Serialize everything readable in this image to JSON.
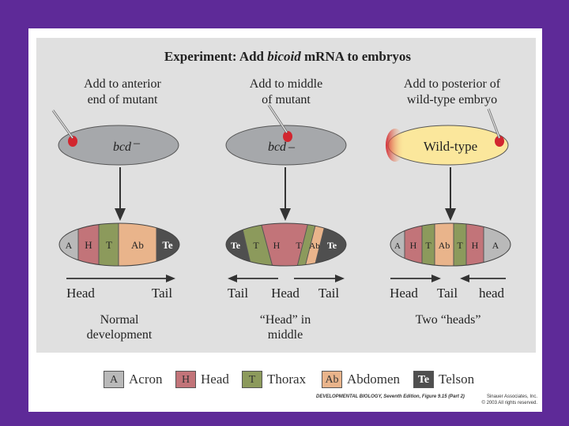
{
  "title_prefix": "Experiment: Add ",
  "title_italic": "bicoid",
  "title_suffix": " mRNA to embryos",
  "columns": [
    {
      "instruction_line1": "Add to anterior",
      "instruction_line2": "end of mutant",
      "embryo_label": "bcd",
      "embryo_label_suffix": "–",
      "segments": [
        "A",
        "H",
        "T",
        "Ab",
        "Te"
      ],
      "axis_left": "Head",
      "axis_right": "Tail",
      "result_line1": "Normal",
      "result_line2": "development"
    },
    {
      "instruction_line1": "Add to middle",
      "instruction_line2": "of mutant",
      "embryo_label": "bcd",
      "embryo_label_suffix": "–",
      "segments": [
        "Te",
        "T",
        "H",
        "T",
        "Ab",
        "Te"
      ],
      "axis_left": "Tail",
      "axis_mid": "Head",
      "axis_right": "Tail",
      "result_line1": "“Head” in",
      "result_line2": "middle"
    },
    {
      "instruction_line1": "Add to posterior of",
      "instruction_line2": "wild-type embryo",
      "embryo_label": "Wild-type",
      "segments": [
        "A",
        "H",
        "T",
        "Ab",
        "T",
        "H",
        "A"
      ],
      "axis_left": "Head",
      "axis_mid": "Tail",
      "axis_right": "head",
      "result_line1": "Two “heads”"
    }
  ],
  "legend": [
    {
      "code": "A",
      "label": "Acron",
      "color": "#b9b9b9"
    },
    {
      "code": "H",
      "label": "Head",
      "color": "#c27479"
    },
    {
      "code": "T",
      "label": "Thorax",
      "color": "#8c9a5c"
    },
    {
      "code": "Ab",
      "label": "Abdomen",
      "color": "#e9b48b"
    },
    {
      "code": "Te",
      "label": "Telson",
      "color": "#4f4f4f"
    }
  ],
  "credit": {
    "book": "DEVELOPMENTAL BIOLOGY, Seventh Edition, Figure 9.15 (Part 2)",
    "publisher": "Sinauer Associates, Inc.",
    "copyright": "© 2003 All rights reserved."
  },
  "colors": {
    "background": "#5e2a98",
    "panel": "#e0e0e0",
    "embryo_mutant": "#a6a8ab",
    "embryo_wildtype": "#fbe79c",
    "mrna": "#d2262f"
  }
}
